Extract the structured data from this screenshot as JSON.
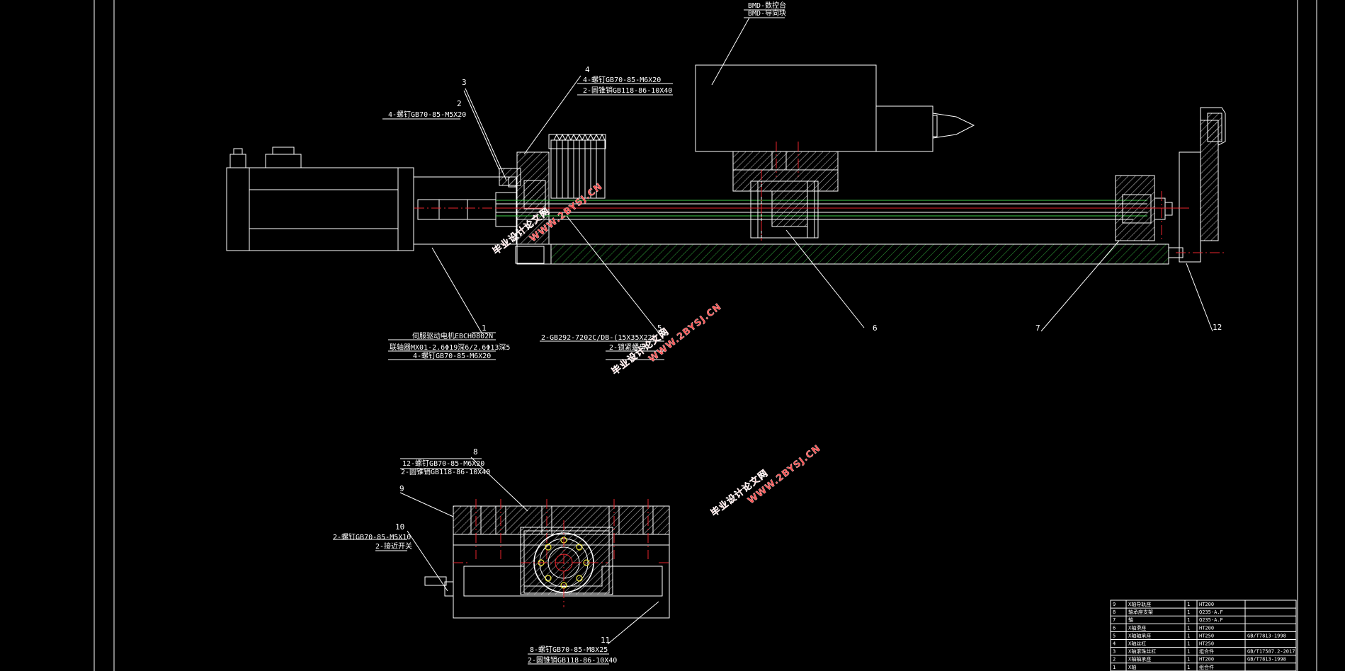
{
  "drawing": {
    "callouts": {
      "c1": {
        "number": "1",
        "lines": [
          "伺服驱动电机EBCH0802N",
          "联轴器MX01-2.6Φ19深6/2.6Φ13深5",
          "4-螺钉GB70-85-M6X20"
        ]
      },
      "c2": {
        "number": "2",
        "lines": [
          "4-螺钉GB70-85-M5X20"
        ]
      },
      "c3": {
        "number": "3"
      },
      "c4": {
        "number": "4",
        "lines": [
          "4-螺钉GB70-85-M6X20",
          "2-圆锥销GB118-86-10X40"
        ]
      },
      "cspindle": {
        "lines": [
          "BMD-数控台",
          "BMD-导向块"
        ]
      },
      "c5": {
        "number": "5",
        "lines": [
          "2-GB292-7202C/DB-(15X35X22)",
          "2-锁紧螺母"
        ]
      },
      "c6": {
        "number": "6"
      },
      "c7": {
        "number": "7"
      },
      "c12": {
        "number": "12"
      },
      "c8": {
        "number": "8",
        "lines": [
          "12-螺钉GB70-85-M6X20",
          "2-圆锥销GB118-86-10X40"
        ]
      },
      "c9": {
        "number": "9"
      },
      "c10": {
        "number": "10",
        "lines": [
          "2-螺钉GB70-85-M5X10",
          "2-接近开关"
        ]
      },
      "c11": {
        "number": "11",
        "lines": [
          "8-螺钉GB70-85-M8X25",
          "2-圆锥销GB118-86-10X40"
        ]
      }
    },
    "watermarks": [
      "毕业设计论文网",
      "WWW.2BYSJ.CN"
    ]
  },
  "bom": {
    "rows": [
      {
        "no": "9",
        "name": "X轴导轨座",
        "qty": "1",
        "material": "HT200",
        "std": ""
      },
      {
        "no": "8",
        "name": "轴承座支架",
        "qty": "1",
        "material": "Q235-A.F",
        "std": ""
      },
      {
        "no": "7",
        "name": "轴",
        "qty": "1",
        "material": "Q235-A.F",
        "std": ""
      },
      {
        "no": "6",
        "name": "X轴滑座",
        "qty": "1",
        "material": "HT200",
        "std": ""
      },
      {
        "no": "5",
        "name": "X轴轴承座",
        "qty": "1",
        "material": "HT250",
        "std": "GB/T7813-1998"
      },
      {
        "no": "4",
        "name": "X轴丝杠",
        "qty": "1",
        "material": "HT250",
        "std": ""
      },
      {
        "no": "3",
        "name": "X轴滚珠丝杠",
        "qty": "1",
        "material": "组合件",
        "std": "GB/T17587.2-2017"
      },
      {
        "no": "2",
        "name": "X轴轴承座",
        "qty": "1",
        "material": "HT200",
        "std": "GB/T7813-1998"
      },
      {
        "no": "1",
        "name": "X轴",
        "qty": "1",
        "material": "组合件",
        "std": ""
      }
    ]
  },
  "colors": {
    "background": "#000000",
    "line": "#ffffff",
    "centerline": "#e8242c",
    "screw": "#3fd24a",
    "accent": "#f2ea3a",
    "watermark": "#ff5050"
  }
}
